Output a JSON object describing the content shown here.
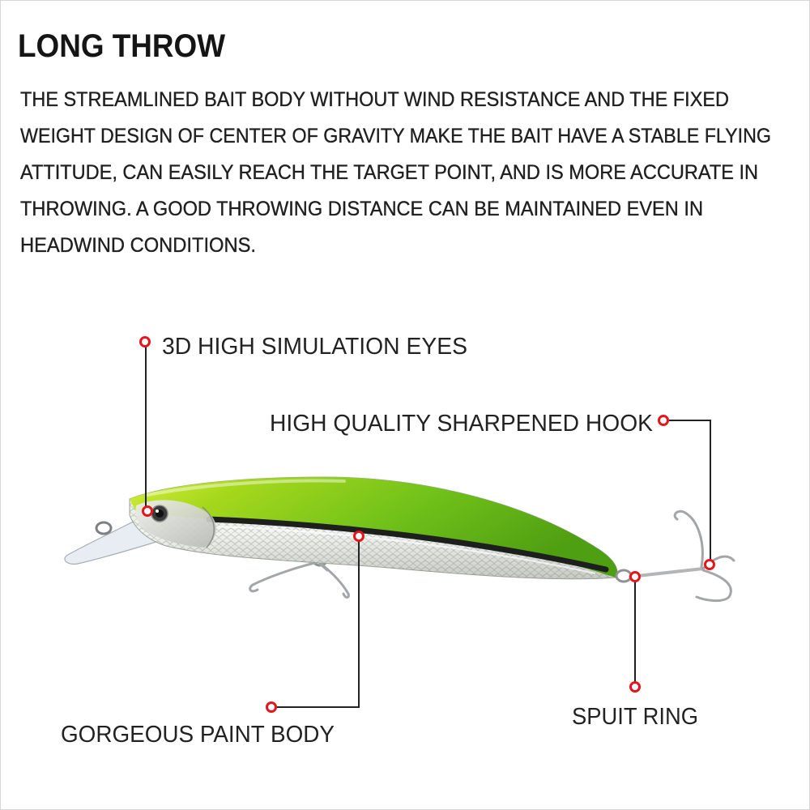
{
  "title": "LONG THROW",
  "description_lines": [
    "THE STREAMLINED BAIT BODY WITHOUT WIND RESISTANCE AND THE FIXED",
    "WEIGHT DESIGN OF CENTER OF GRAVITY MAKE THE BAIT HAVE A STABLE FLYING",
    "ATTITUDE, CAN EASILY REACH THE TARGET POINT, AND IS MORE ACCURATE IN",
    "THROWING. A GOOD THROWING DISTANCE CAN BE MAINTAINED EVEN IN",
    "HEADWIND CONDITIONS."
  ],
  "callouts": {
    "eyes": "3D HIGH SIMULATION EYES",
    "hook": "HIGH QUALITY SHARPENED HOOK",
    "body": "GORGEOUS PAINT BODY",
    "ring": "SPUIT RING"
  },
  "colors": {
    "marker": "#e8141c",
    "lure_back": "#7cc41c",
    "lure_belly": "#eef0ec",
    "lure_stripe": "#1d1f1c"
  }
}
